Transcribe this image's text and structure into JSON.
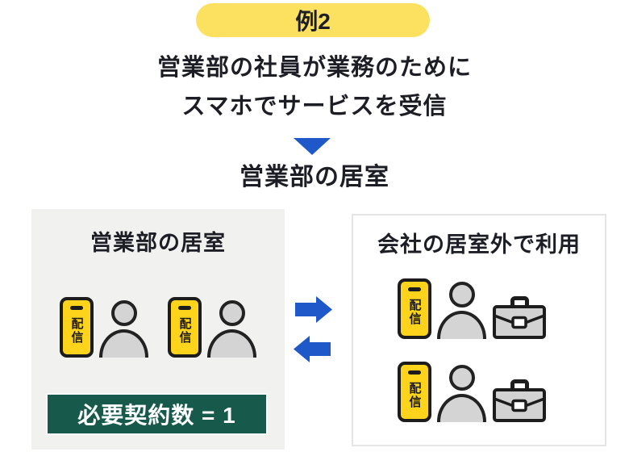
{
  "title_badge": {
    "label": "例2"
  },
  "description": {
    "line1": "営業部の社員が業務のために",
    "line2": "スマホでサービスを受信"
  },
  "result_heading": {
    "label": "営業部の居室"
  },
  "left_panel": {
    "title": "営業部の居室",
    "members": [
      {
        "phone_label": "配信"
      },
      {
        "phone_label": "配信"
      }
    ],
    "contract_badge": {
      "label": "必要契約数 = 1"
    }
  },
  "right_panel": {
    "title": "会社の居室外で利用",
    "members": [
      {
        "phone_label": "配信"
      },
      {
        "phone_label": "配信"
      }
    ]
  },
  "icons": {
    "down_arrow": "triangle-down-icon",
    "transfer_right": "arrow-right-icon",
    "transfer_left": "arrow-left-icon",
    "smartphone": "smartphone-icon",
    "person": "person-icon",
    "briefcase": "briefcase-icon"
  },
  "colors": {
    "pill_yellow": "#fce160",
    "phone_yellow": "#fdd31b",
    "arrow_blue": "#1f58c8",
    "contract_green": "#175a4c",
    "panel_gray": "#f1f1f0",
    "panel_border": "#e4e4e4",
    "text_dark": "#1d1d26",
    "icon_fill_gray": "#d4d4d4",
    "icon_stroke": "#1c1c1c",
    "badge_text": "#ffffff"
  }
}
